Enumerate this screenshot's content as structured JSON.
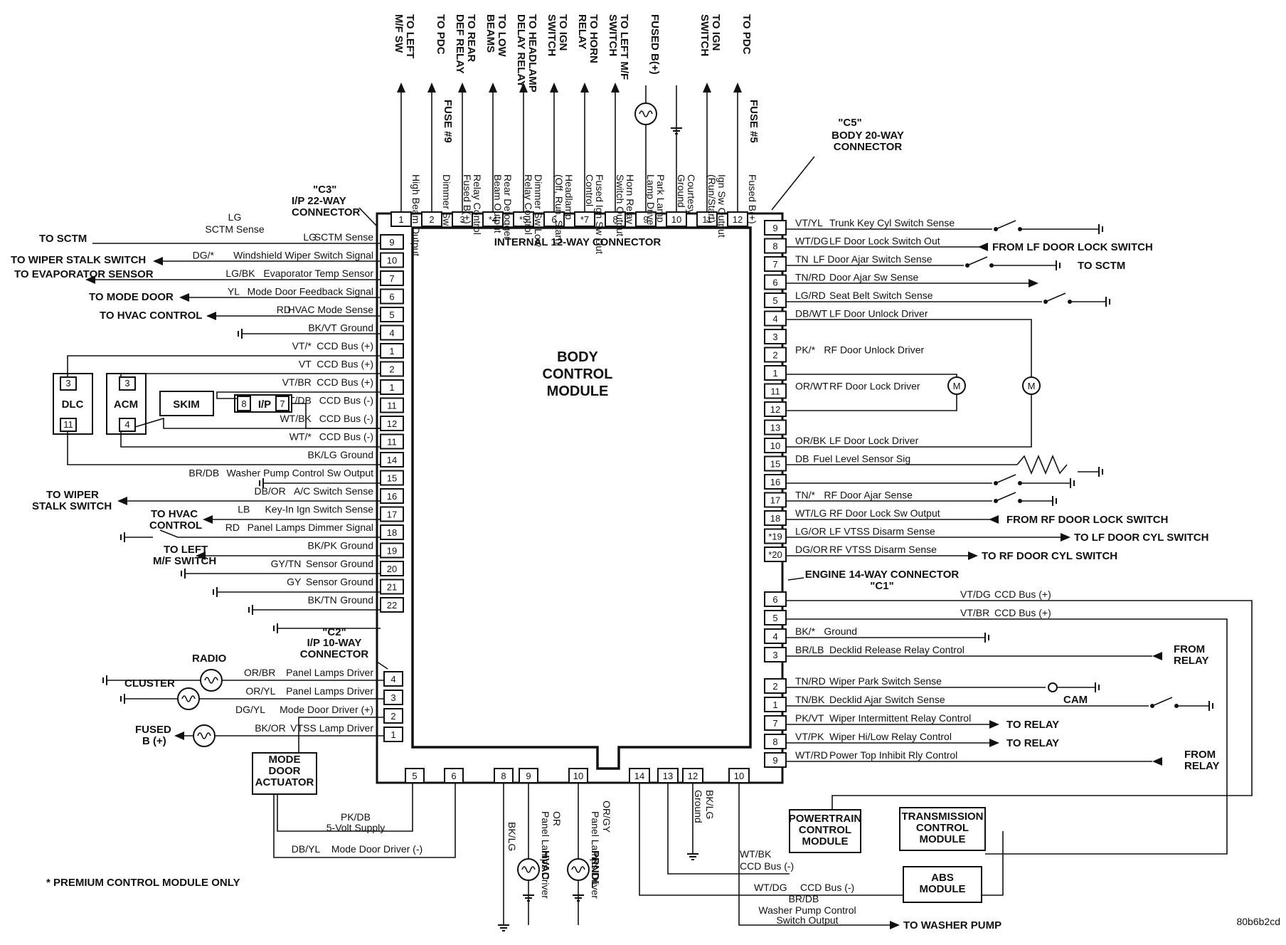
{
  "module_title": [
    "BODY",
    "CONTROL",
    "MODULE"
  ],
  "internal_connector": "INTERNAL 12-WAY CONNECTOR",
  "footnote": "* PREMIUM CONTROL MODULE ONLY",
  "ref_code": "80b6b2cd",
  "c3": {
    "name": "\"C3\"",
    "desc": [
      "I/P 22-WAY",
      "CONNECTOR"
    ]
  },
  "c2": {
    "name": "\"C2\"",
    "desc": [
      "I/P 10-WAY",
      "CONNECTOR"
    ]
  },
  "c5": {
    "name": "\"C5\"",
    "desc": [
      "BODY 20-WAY",
      "CONNECTOR"
    ]
  },
  "c1": {
    "name": "\"C1\"",
    "desc": "ENGINE 14-WAY CONNECTOR"
  },
  "top_pins": [
    {
      "pin": "1",
      "signal": "High Beam Output",
      "dest": [
        "TO LEFT",
        "M/F SW"
      ]
    },
    {
      "pin": "2",
      "signal": "Dimmer Sw",
      "fuse": "FUSE #9",
      "dest": [
        "TO PDC"
      ]
    },
    {
      "pin": "3",
      "signal": "Relay Control",
      "signal2": "Fused B(+)",
      "dest": [
        "TO REAR",
        "DEF RELAY"
      ]
    },
    {
      "pin": "*4",
      "signal": "Rear Defogger",
      "signal2": "Beam Output",
      "dest": [
        "TO LOW",
        "BEAMS"
      ]
    },
    {
      "pin": "*5",
      "signal": "Dimmer Sw Low",
      "signal2": "Relay Control",
      "dest": [
        "TO HEADLAMP",
        "DELAY RELAY"
      ]
    },
    {
      "pin": "6",
      "signal": "Headlamp",
      "signal2": "(Off, Run, Start)",
      "dest": [
        "TO IGN",
        "SWITCH"
      ]
    },
    {
      "pin": "*7",
      "signal": "Fused Ign Sw Out",
      "signal2": "Control",
      "dest": [
        "TO HORN",
        "RELAY"
      ]
    },
    {
      "pin": "8",
      "signal": "Horn Relay",
      "signal2": "Switch Output",
      "dest": [
        "TO LEFT M/F",
        "SWITCH"
      ]
    },
    {
      "pin": "9",
      "signal": "Park Lamp",
      "signal2": "Lamp Driver",
      "dest": [
        "FUSED B(+)"
      ]
    },
    {
      "pin": "10",
      "signal": "Courtesy",
      "signal2": "Ground",
      "dest": []
    },
    {
      "pin": "11",
      "signal": "Ign Sw Output",
      "signal2": "(Run/Start)",
      "dest": [
        "TO IGN",
        "SWITCH"
      ]
    },
    {
      "pin": "12",
      "signal": "Fused B(+)",
      "fuse": "FUSE #5",
      "dest": [
        "TO PDC"
      ]
    }
  ],
  "c3_pins": [
    {
      "pin": "9",
      "wire": "LG",
      "signal": "SCTM Sense",
      "dest": "TO SCTM"
    },
    {
      "pin": "10",
      "wire": "DG/*",
      "signal": "Windshield Wiper Switch Signal",
      "dest": "TO WIPER STALK SWITCH"
    },
    {
      "pin": "7",
      "wire": "LG/BK",
      "signal": "Evaporator Temp Sensor",
      "dest": "TO  EVAPORATOR SENSOR"
    },
    {
      "pin": "6",
      "wire": "YL",
      "signal": "Mode Door Feedback Signal",
      "dest": "TO MODE DOOR"
    },
    {
      "pin": "5",
      "wire": "RD",
      "signal": "HVAC Mode Sense",
      "dest": "TO HVAC CONTROL"
    },
    {
      "pin": "4",
      "wire": "BK/VT",
      "signal": "Ground",
      "dest": ""
    },
    {
      "pin": "1",
      "wire": "VT/*",
      "signal": "CCD Bus (+)",
      "dest": ""
    },
    {
      "pin": "2",
      "wire": "VT",
      "signal": "CCD Bus (+)",
      "dest": ""
    },
    {
      "pin": "1",
      "wire": "VT/BR",
      "signal": "CCD Bus (+)",
      "dest": ""
    },
    {
      "pin": "11",
      "wire": "WT/DB",
      "signal": "CCD Bus (-)",
      "dest": ""
    },
    {
      "pin": "12",
      "wire": "WT/BK",
      "signal": "CCD Bus (-)",
      "dest": ""
    },
    {
      "pin": "11",
      "wire": "WT/*",
      "signal": "CCD Bus (-)",
      "dest": ""
    },
    {
      "pin": "14",
      "wire": "BK/LG",
      "signal": "Ground",
      "dest": ""
    },
    {
      "pin": "15",
      "wire": "BR/DB",
      "signal": "Washer Pump Control Sw Output",
      "dest": "TO WIPER STALK SWITCH"
    },
    {
      "pin": "16",
      "wire": "DB/OR",
      "signal": "A/C Switch Sense",
      "dest": "TO HVAC CONTROL"
    },
    {
      "pin": "17",
      "wire": "LB",
      "signal": "Key-In Ign Switch Sense",
      "dest": ""
    },
    {
      "pin": "18",
      "wire": "RD",
      "signal": "Panel Lamps Dimmer Signal",
      "dest": "TO LEFT M/F SWITCH"
    },
    {
      "pin": "19",
      "wire": "BK/PK",
      "signal": "Ground",
      "dest": ""
    },
    {
      "pin": "20",
      "wire": "GY/TN",
      "signal": "Sensor Ground",
      "dest": ""
    },
    {
      "pin": "21",
      "wire": "GY",
      "signal": "Sensor Ground",
      "dest": ""
    },
    {
      "pin": "22",
      "wire": "BK/TN",
      "signal": "Ground",
      "dest": ""
    }
  ],
  "left_modules": {
    "dlc": "DLC",
    "acm": "ACM",
    "skim": "SKIM",
    "ip": "I/P",
    "dlc_pins": [
      "3",
      "11"
    ],
    "acm_pins": [
      "3",
      "4"
    ],
    "ip_pins": [
      "8",
      "7"
    ]
  },
  "c2_pins": [
    {
      "pin": "4",
      "wire": "OR/BR",
      "signal": "Panel Lamps Driver",
      "dest": "RADIO"
    },
    {
      "pin": "3",
      "wire": "OR/YL",
      "signal": "Panel Lamps Driver",
      "dest": "CLUSTER"
    },
    {
      "pin": "2",
      "wire": "DG/YL",
      "signal": "Mode Door Driver (+)",
      "dest": ""
    },
    {
      "pin": "1",
      "wire": "BK/OR",
      "signal": "VTSS Lamp Driver",
      "dest": "FUSED B (+)"
    }
  ],
  "mode_door_actuator": [
    "MODE",
    "DOOR",
    "ACTUATOR"
  ],
  "bottom_left": {
    "pins": [
      "5",
      "6"
    ],
    "w1": "PK/DB",
    "s1": "5-Volt Supply",
    "w2": "DB/YL",
    "s2": "Mode Door Driver (-)"
  },
  "bottom_mid_pins": [
    {
      "pin": "8",
      "wire": "BK/LG",
      "signal": ""
    },
    {
      "pin": "9",
      "wire": "OR",
      "signal": "Panel Lamps Driver",
      "dest": "HVAC"
    },
    {
      "pin": "10",
      "wire": "OR/GY",
      "signal": "Panel Lamps Driver",
      "dest": "PRNDL"
    }
  ],
  "bottom_right_pins": [
    "14",
    "13",
    "12",
    "10"
  ],
  "bottom_right": {
    "ground_wire": "BK/LG",
    "ground_sig": "Ground",
    "wtbk": "WT/BK",
    "wtbk_sig": "CCD Bus (-)",
    "wtdg": "WT/DG",
    "wtdg_sig": "CCD Bus (-)",
    "brdb": "BR/DB",
    "brdb_sig": [
      "Washer Pump Control",
      "Switch Output"
    ],
    "washer": "TO WASHER PUMP",
    "pcm": [
      "POWERTRAIN",
      "CONTROL",
      "MODULE"
    ],
    "tcm": [
      "TRANSMISSION",
      "CONTROL",
      "MODULE"
    ],
    "abs": [
      "ABS",
      "MODULE"
    ]
  },
  "c5_pins": [
    {
      "pin": "9",
      "wire": "VT/YL",
      "signal": "Trunk Key Cyl Switch Sense",
      "dest": ""
    },
    {
      "pin": "8",
      "wire": "WT/DG",
      "signal": "LF Door Lock Switch Out",
      "dest": "FROM LF DOOR LOCK SWITCH"
    },
    {
      "pin": "7",
      "wire": "TN",
      "signal": "LF Door Ajar Switch Sense",
      "dest": "TO SCTM"
    },
    {
      "pin": "6",
      "wire": "TN/RD",
      "signal": "Door Ajar Sw Sense",
      "dest": ""
    },
    {
      "pin": "5",
      "wire": "LG/RD",
      "signal": "Seat Belt Switch Sense",
      "dest": ""
    },
    {
      "pin": "4",
      "wire": "DB/WT",
      "signal": "LF Door Unlock Driver",
      "dest": ""
    },
    {
      "pin": "3",
      "wire": "",
      "signal": "",
      "dest": ""
    },
    {
      "pin": "2",
      "wire": "PK/*",
      "signal": "RF Door Unlock Driver",
      "dest": ""
    },
    {
      "pin": "1",
      "wire": "",
      "signal": "",
      "dest": ""
    },
    {
      "pin": "11",
      "wire": "OR/WT",
      "signal": "RF Door Lock Driver",
      "dest": ""
    },
    {
      "pin": "12",
      "wire": "",
      "signal": "",
      "dest": ""
    },
    {
      "pin": "13",
      "wire": "",
      "signal": "",
      "dest": ""
    },
    {
      "pin": "10",
      "wire": "OR/BK",
      "signal": "LF Door Lock Driver",
      "dest": ""
    },
    {
      "pin": "15",
      "wire": "DB",
      "signal": "Fuel Level Sensor Sig",
      "dest": ""
    },
    {
      "pin": "16",
      "wire": "",
      "signal": "",
      "dest": ""
    },
    {
      "pin": "17",
      "wire": "TN/*",
      "signal": "RF Door Ajar Sense",
      "dest": ""
    },
    {
      "pin": "18",
      "wire": "WT/LG",
      "signal": "RF Door Lock Sw Output",
      "dest": "FROM RF DOOR LOCK SWITCH"
    },
    {
      "pin": "*19",
      "wire": "LG/OR",
      "signal": "LF VTSS Disarm Sense",
      "dest": "TO LF DOOR CYL SWITCH"
    },
    {
      "pin": "*20",
      "wire": "DG/OR",
      "signal": "RF VTSS Disarm Sense",
      "dest": "TO RF DOOR CYL SWITCH"
    }
  ],
  "c1_pins": [
    {
      "pin": "6",
      "wire": "VT/DG",
      "signal": "CCD Bus (+)",
      "dest": ""
    },
    {
      "pin": "5",
      "wire": "VT/BR",
      "signal": "CCD Bus (+)",
      "dest": ""
    },
    {
      "pin": "4",
      "wire": "BK/*",
      "signal": "Ground",
      "dest": ""
    },
    {
      "pin": "3",
      "wire": "BR/LB",
      "signal": "Decklid Release Relay Control",
      "dest": "FROM RELAY"
    },
    {
      "pin": "2",
      "wire": "TN/RD",
      "signal": "Wiper Park Switch Sense",
      "dest": "CAM"
    },
    {
      "pin": "1",
      "wire": "TN/BK",
      "signal": "Decklid Ajar Switch Sense",
      "dest": ""
    },
    {
      "pin": "7",
      "wire": "PK/VT",
      "signal": "Wiper Intermittent Relay Control",
      "dest": "TO RELAY"
    },
    {
      "pin": "8",
      "wire": "VT/PK",
      "signal": "Wiper Hi/Low Relay Control",
      "dest": "TO RELAY"
    },
    {
      "pin": "9",
      "wire": "WT/RD",
      "signal": "Power Top Inhibit Rly Control",
      "dest": "FROM RELAY"
    }
  ]
}
